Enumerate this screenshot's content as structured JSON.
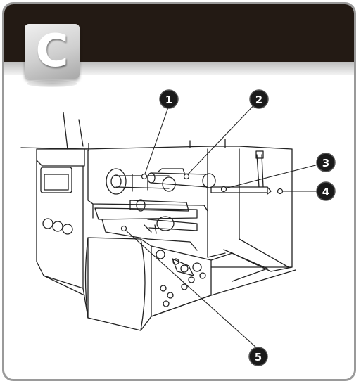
{
  "badge": {
    "letter": "C"
  },
  "callouts": [
    {
      "label": "1"
    },
    {
      "label": "2"
    },
    {
      "label": "3"
    },
    {
      "label": "4"
    },
    {
      "label": "5"
    }
  ],
  "colors": {
    "header": "#231a14",
    "frame": "#9a9a9a",
    "callout_fill": "#1a1a1a",
    "line": "#222222"
  }
}
